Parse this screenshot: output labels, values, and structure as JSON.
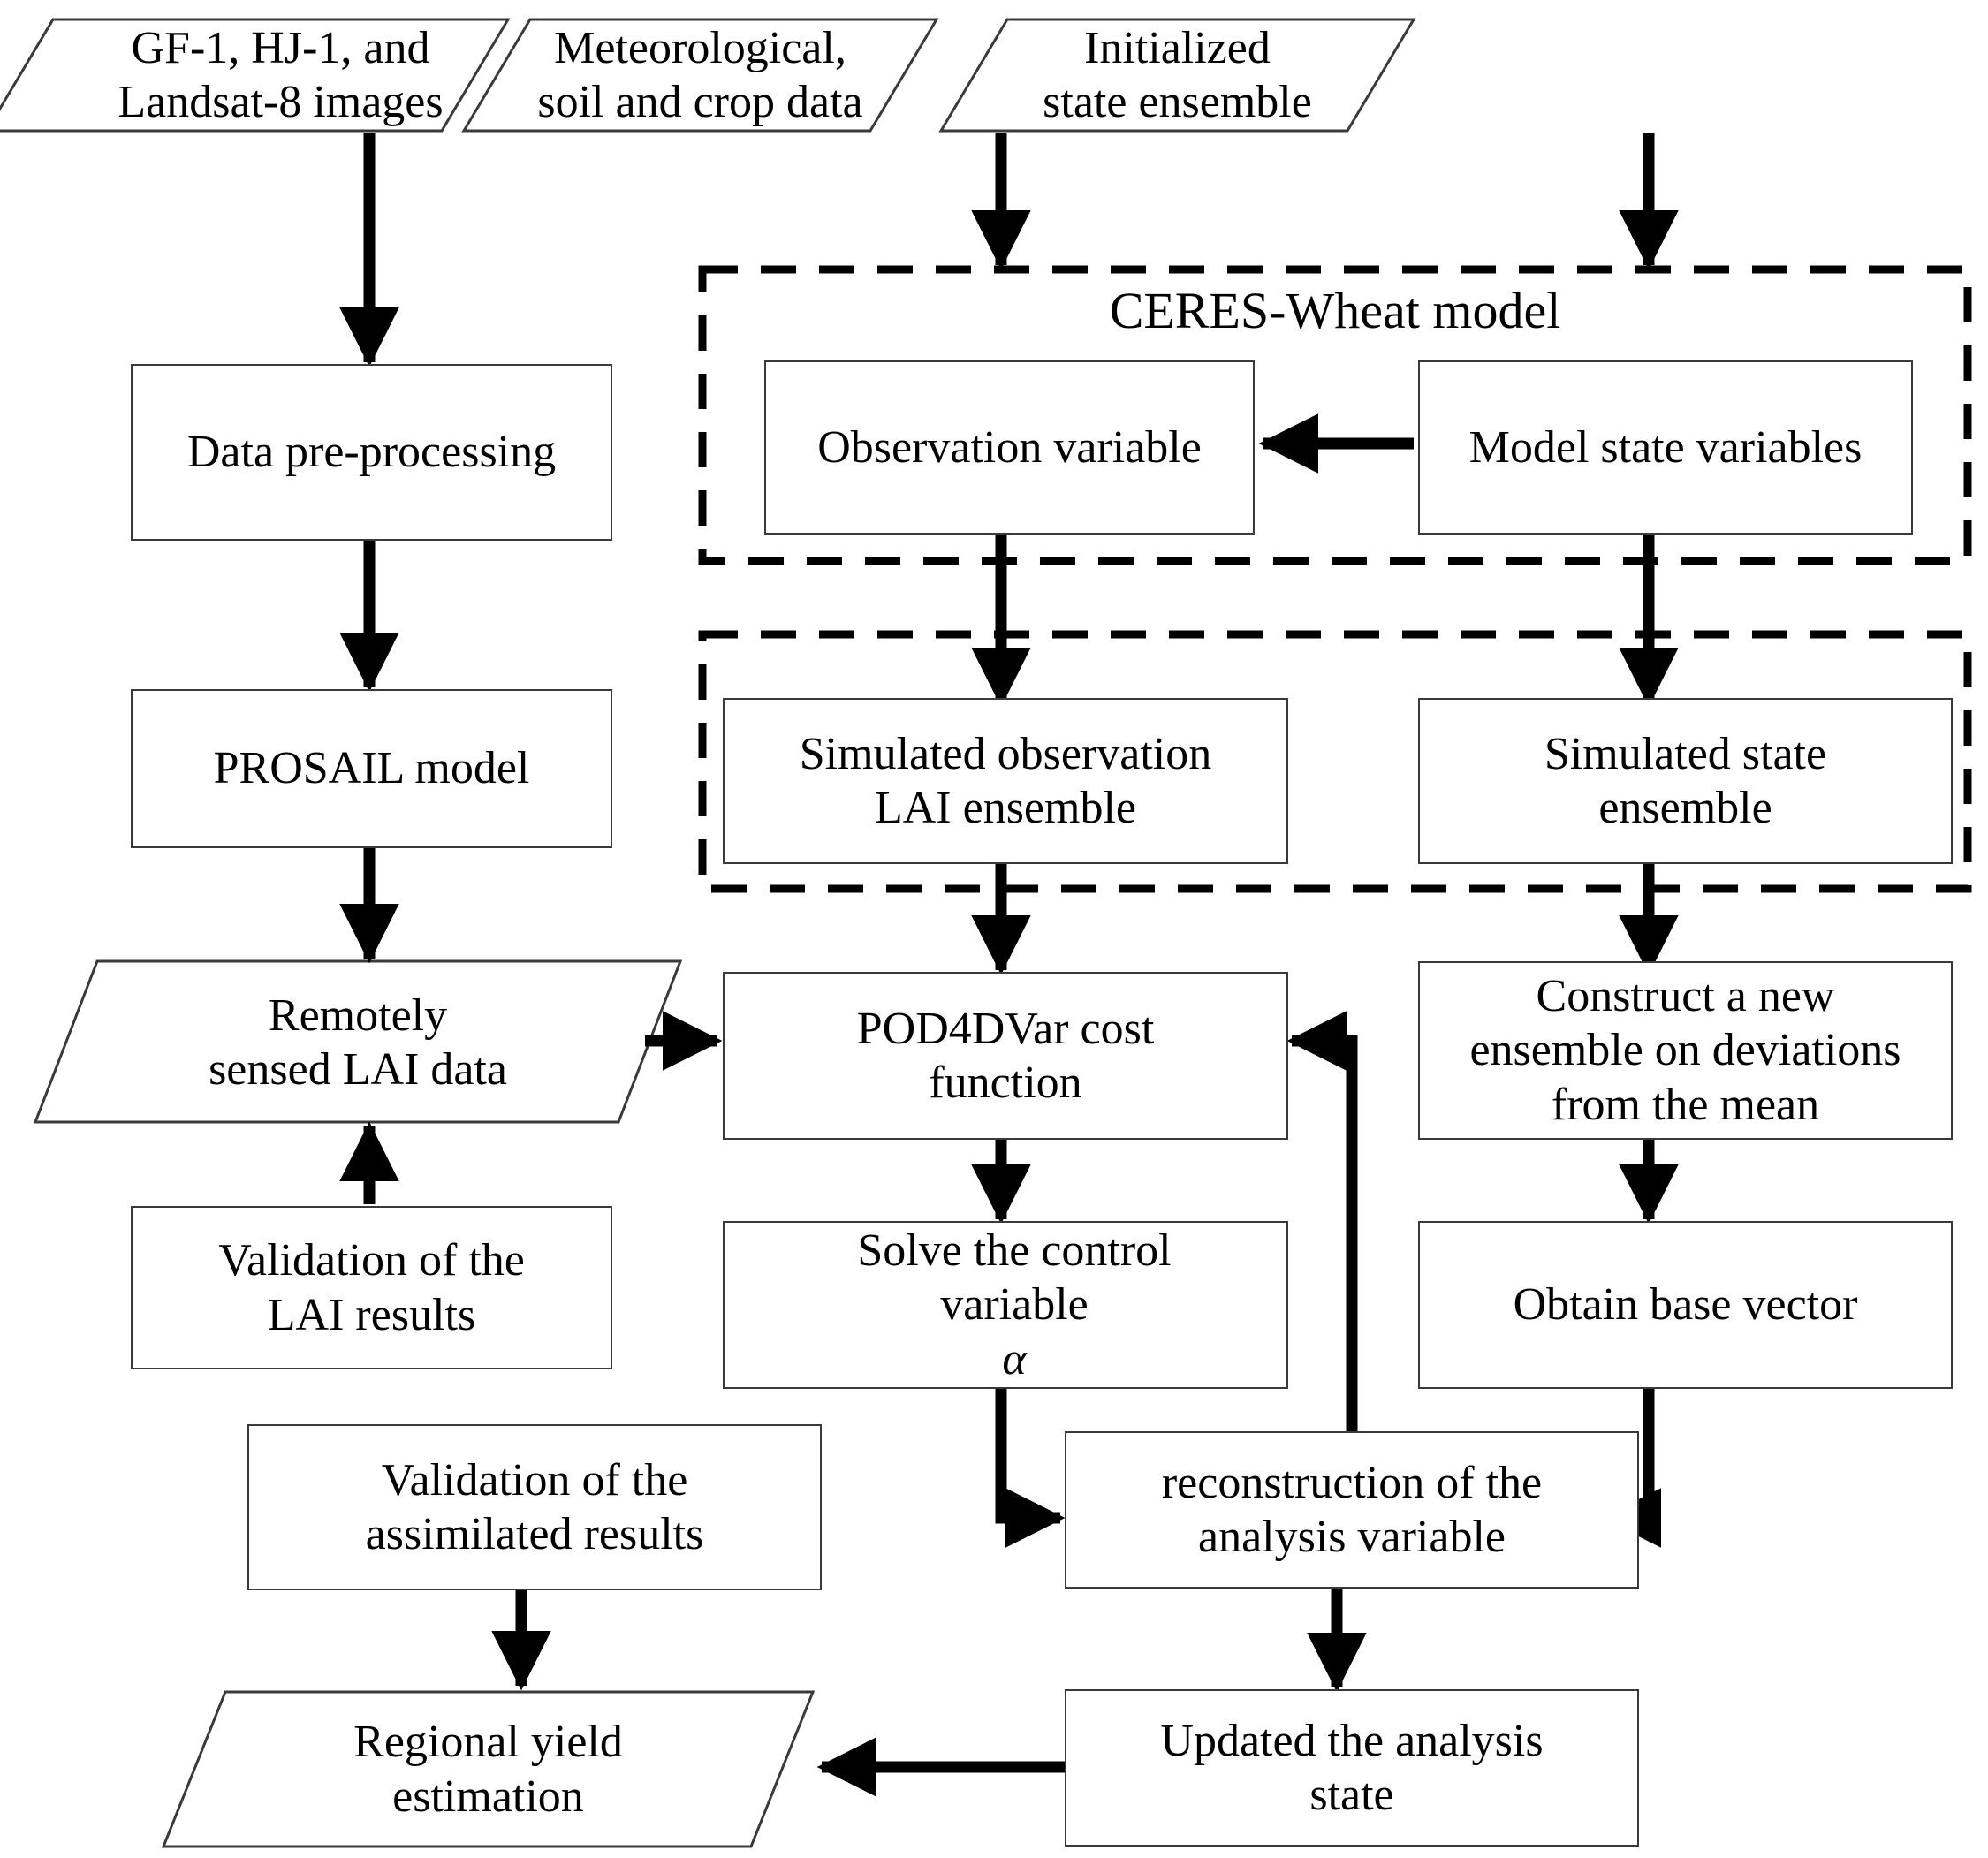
{
  "diagram": {
    "title": "CERES-Wheat data assimilation flowchart",
    "group_labels": {
      "ceres": "CERES-Wheat model"
    },
    "nodes": {
      "gf1_images": {
        "label": "GF-1, HJ-1, and\nLandsat-8 images",
        "shape": "parallelogram"
      },
      "met_soil_crop": {
        "label": "Meteorological,\nsoil and crop data",
        "shape": "parallelogram"
      },
      "init_state": {
        "label": "Initialized\nstate ensemble",
        "shape": "parallelogram"
      },
      "data_preproc": {
        "label": "Data pre-processing",
        "shape": "rectangle"
      },
      "observation_var": {
        "label": "Observation variable",
        "shape": "rectangle"
      },
      "model_state_vars": {
        "label": "Model state variables",
        "shape": "rectangle"
      },
      "prosail_model": {
        "label": "PROSAIL model",
        "shape": "rectangle"
      },
      "sim_obs_lai": {
        "label": "Simulated observation\nLAI ensemble",
        "shape": "rectangle"
      },
      "sim_state_ens": {
        "label": "Simulated state\nensemble",
        "shape": "rectangle"
      },
      "remote_lai": {
        "label": "Remotely\nsensed LAI data",
        "shape": "parallelogram"
      },
      "pod4dvar_cost": {
        "label": "POD4DVar  cost\nfunction",
        "shape": "rectangle"
      },
      "construct_ens": {
        "label": "Construct a new\nensemble on deviations\nfrom the mean",
        "shape": "rectangle"
      },
      "validate_lai": {
        "label": "Validation of the\nLAI results",
        "shape": "rectangle"
      },
      "solve_control": {
        "label": "Solve the control\nvariable ",
        "shape": "rectangle",
        "suffix_italic": "α"
      },
      "obtain_base": {
        "label": "Obtain base vector",
        "shape": "rectangle"
      },
      "validate_assim": {
        "label": "Validation of the\nassimilated results",
        "shape": "rectangle"
      },
      "reconstruct_anal": {
        "label": "reconstruction of the\nanalysis variable",
        "shape": "rectangle"
      },
      "regional_yield": {
        "label": "Regional yield\nestimation",
        "shape": "parallelogram"
      },
      "updated_state": {
        "label": "Updated the analysis\nstate",
        "shape": "rectangle"
      }
    },
    "colors": {
      "stroke": "#3a3a3a",
      "arrow": "#000000",
      "background": "#ffffff",
      "text": "#000000"
    }
  }
}
